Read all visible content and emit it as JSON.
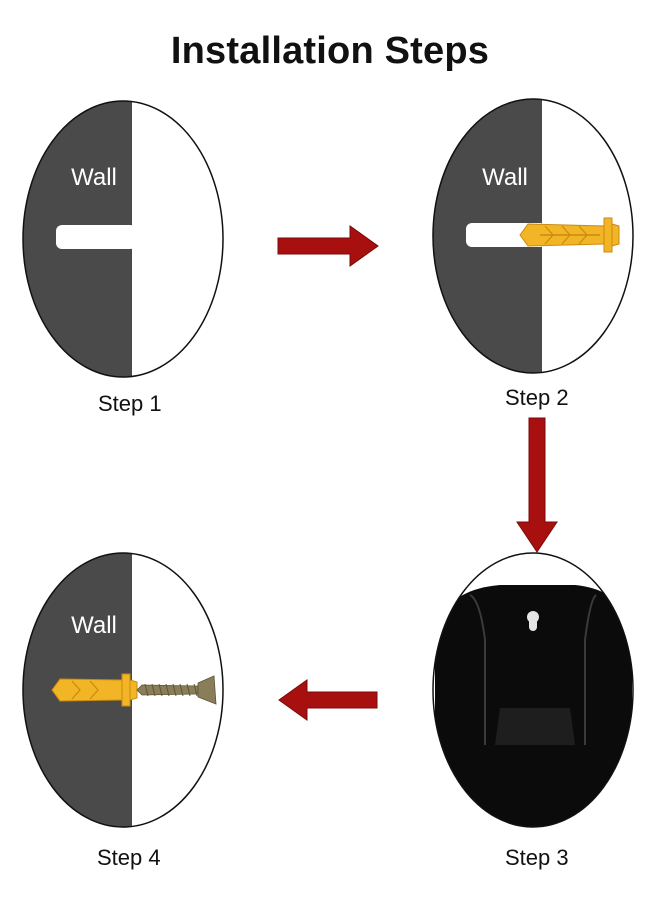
{
  "title": "Installation Steps",
  "steps": [
    {
      "label": "Step 1",
      "wall_label": "Wall"
    },
    {
      "label": "Step 2",
      "wall_label": "Wall"
    },
    {
      "label": "Step 3"
    },
    {
      "label": "Step 4",
      "wall_label": "Wall"
    }
  ],
  "colors": {
    "wall": "#4a4a4a",
    "arrow": "#a80f0f",
    "anchor": "#f2b526",
    "screw": "#8a7d5a",
    "holder": "#0b0b0b"
  }
}
